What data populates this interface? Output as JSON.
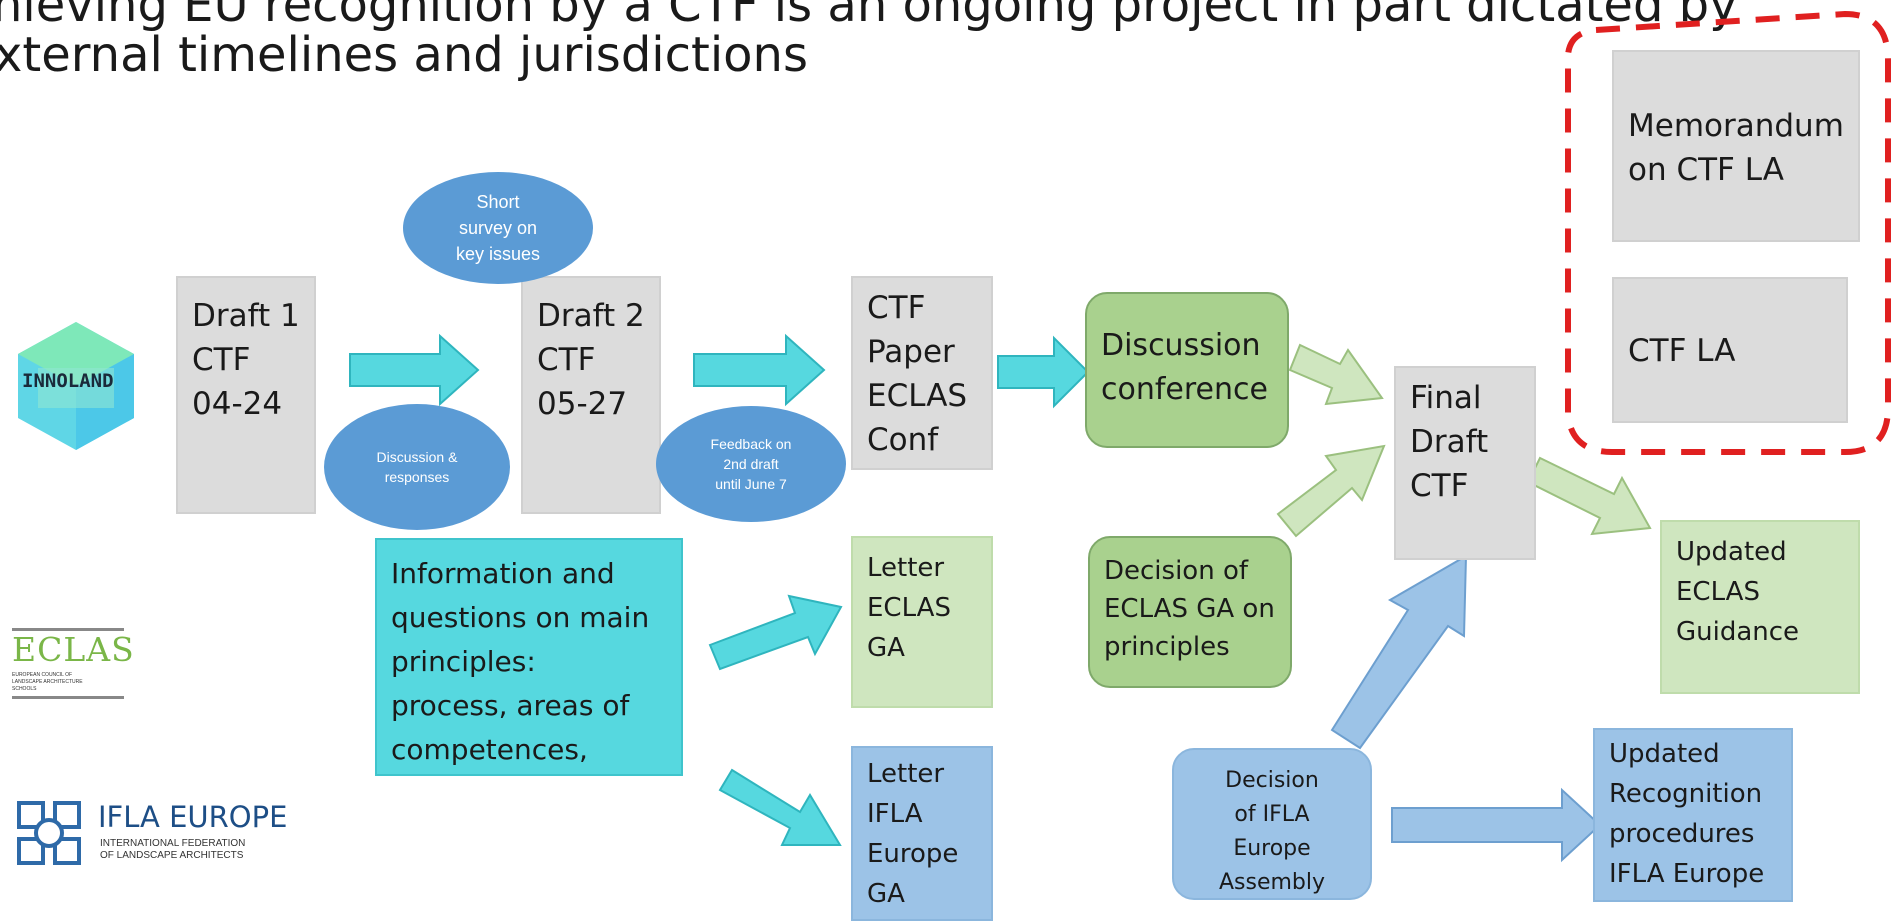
{
  "title": {
    "line1": "hieving EU recognition by a CTF is an ongoing project in part dictated by",
    "line2": "xternal timelines and jurisdictions"
  },
  "logos": {
    "innoland": "INNOLAND",
    "eclas": "ECLAS",
    "eclas_sub": "EUROPEAN COUNCIL OF\nLANDSCAPE ARCHITECTURE\nSCHOOLS",
    "ifla_name": "IFLA EUROPE",
    "ifla_sub": "INTERNATIONAL FEDERATION\nOF LANDSCAPE ARCHITECTS"
  },
  "boxes": {
    "draft1": "Draft 1\nCTF\n04-24",
    "draft2": "Draft 2\nCTF\n05-27",
    "ctf_paper": "CTF\nPaper\nECLAS\nConf",
    "discussion_conference": "Discussion\nconference",
    "final_draft": "Final\nDraft\nCTF",
    "memorandum": "Memorandum\non CTF LA",
    "ctf_la": "CTF LA",
    "information": "Information and\nquestions on main\nprinciples:\nprocess, areas of\ncompetences,",
    "letter_eclas": "Letter\nECLAS\nGA",
    "letter_ifla": "Letter\nIFLA\nEurope\nGA",
    "decision_eclas": "Decision of\nECLAS GA on\nprinciples",
    "decision_ifla": "Decision\nof IFLA\nEurope\nAssembly",
    "updated_eclas": "Updated\nECLAS\nGuidance",
    "updated_ifla": "Updated\nRecognition\nprocedures\nIFLA Europe"
  },
  "ovals": {
    "short_survey": "Short\nsurvey on\nkey issues",
    "discussion_responses": "Discussion &\nresponses",
    "feedback": "Feedback on\n2nd draft\nuntil June 7"
  },
  "colors": {
    "grey": "#dcdcdc",
    "teal": "#56d8df",
    "light_green": "#cfe6bf",
    "green": "#a9d18e",
    "light_blue": "#9cc3e7",
    "oval_blue": "#5b9bd5",
    "dashed_red": "#e02020"
  }
}
